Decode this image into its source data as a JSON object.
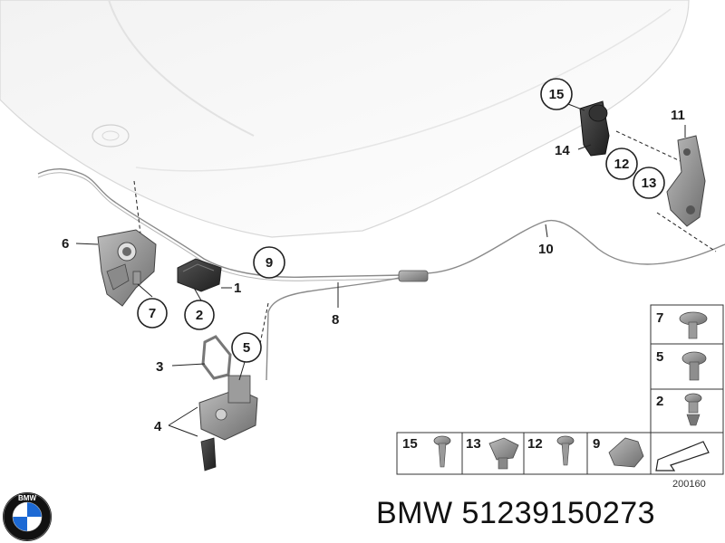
{
  "footer": {
    "brand": "BMW",
    "part_number": "51239150273"
  },
  "logo": {
    "text": "BMW",
    "icon": "bmw-roundel-icon",
    "colors": {
      "blue": "#1c69d4",
      "ring": "#111111",
      "white": "#ffffff"
    }
  },
  "diagram_id": "200160",
  "callouts": {
    "c1": "1",
    "c2": "2",
    "c3": "3",
    "c4": "4",
    "c5": "5",
    "c6": "6",
    "c7": "7",
    "c8": "8",
    "c9": "9",
    "c10": "10",
    "c11": "11",
    "c12": "12",
    "c13": "13",
    "c14": "14",
    "c15": "15"
  },
  "fastener_table": {
    "right_column": [
      "7",
      "5",
      "2"
    ],
    "bottom_row": [
      "15",
      "13",
      "12",
      "9"
    ]
  }
}
